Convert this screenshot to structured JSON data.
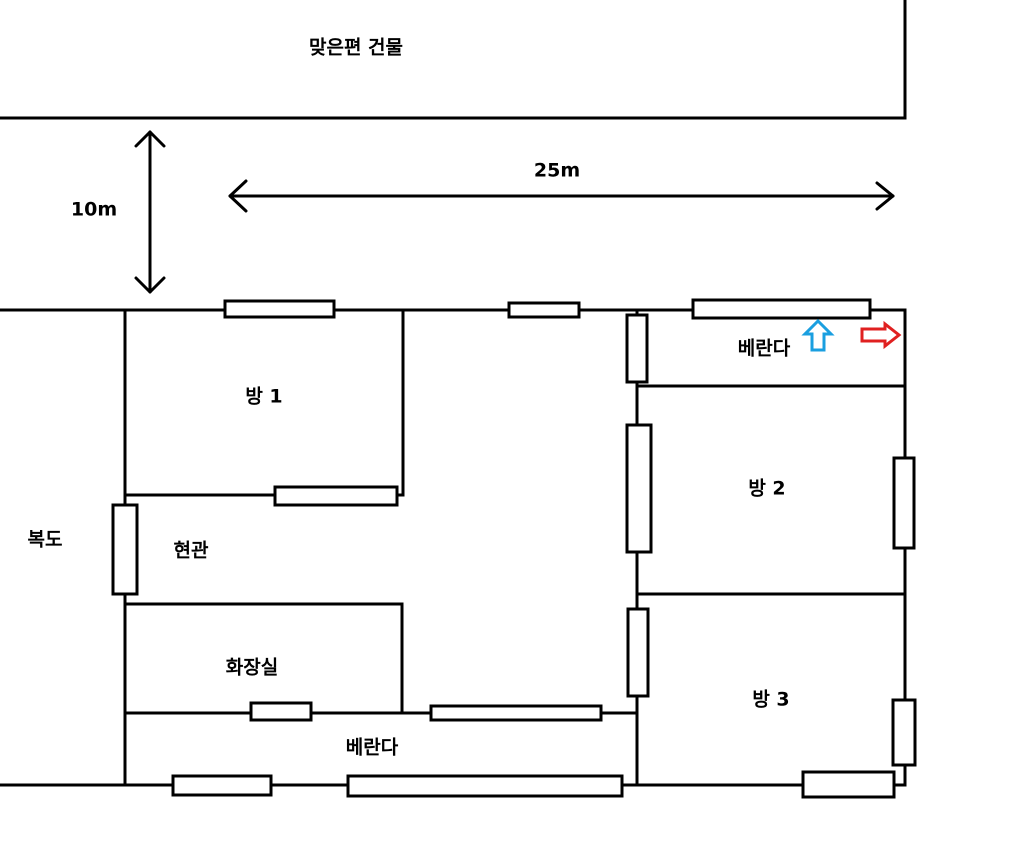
{
  "labels": {
    "opposite_building": "맞은편 건물",
    "distance_vertical": "10m",
    "distance_horizontal": "25m",
    "room1": "방 1",
    "room2": "방 2",
    "room3": "방 3",
    "hallway": "복도",
    "entrance": "현관",
    "bathroom": "화장실",
    "balcony_top": "베란다",
    "balcony_bottom": "베란다"
  },
  "colors": {
    "line": "#000000",
    "up_arrow": "#1a9fe0",
    "right_arrow": "#e02020"
  }
}
